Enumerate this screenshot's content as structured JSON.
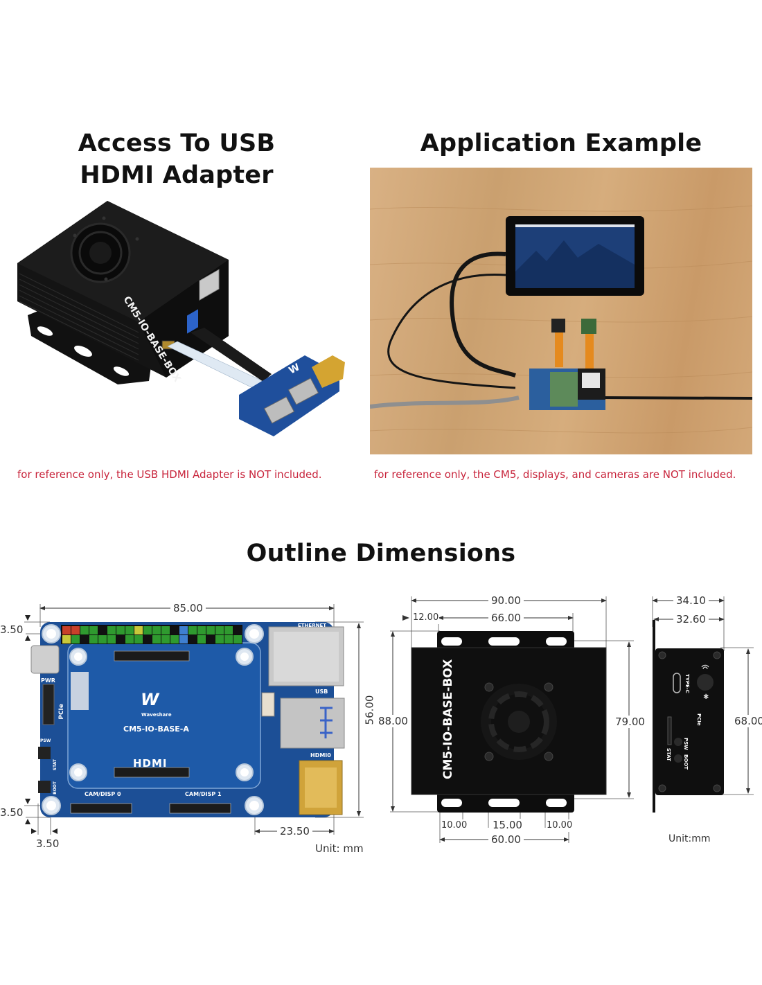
{
  "sections": {
    "usb_hdmi": {
      "title_line1": "Access To USB",
      "title_line2": "HDMI Adapter",
      "note": "for reference only, the USB HDMI Adapter is NOT included.",
      "case_label": "CM5-IO-BASE-BOX"
    },
    "application": {
      "title": "Application Example",
      "note": "for reference only, the CM5, displays, and cameras are NOT included."
    },
    "outline": {
      "title": "Outline Dimensions"
    }
  },
  "board_drawing": {
    "board_name": "CM5-IO-BASE-A",
    "brand": "Waveshare",
    "labels": {
      "pwr": "PWR",
      "pcie": "PCIe",
      "psw": "PSW",
      "stat": "STAT",
      "boot": "BOOT",
      "hdmi_logo": "HDMI",
      "cam0": "CAM/DISP 0",
      "cam1": "CAM/DISP 1",
      "ethernet": "ETHERNET",
      "usb": "USB",
      "hdmi0": "HDMI0"
    },
    "dimensions": {
      "width": "85.00",
      "height": "56.00",
      "top_hole_offset": "3.50",
      "bottom_hole_offset": "3.50",
      "left_hole_offset": "3.50",
      "right_hole_to_edge": "23.50"
    },
    "unit": "Unit: mm"
  },
  "box_top_drawing": {
    "case_label": "CM5-IO-BASE-BOX",
    "dimensions": {
      "overall_width": "90.00",
      "bracket_offset": "12.00",
      "bracket_width": "66.00",
      "overall_height": "88.00",
      "body_height": "79.00",
      "slot_left": "10.00",
      "slot_center": "15.00",
      "slot_right": "10.00",
      "slot_span": "60.00"
    }
  },
  "box_side_drawing": {
    "labels": {
      "type_c": "TYPE-C",
      "pcie": "PCIe",
      "psw": "PSW",
      "stat": "STAT",
      "boot": "BOOT"
    },
    "dimensions": {
      "overall_depth": "34.10",
      "body_depth": "32.60",
      "height": "68.00"
    },
    "unit": "Unit:mm"
  }
}
